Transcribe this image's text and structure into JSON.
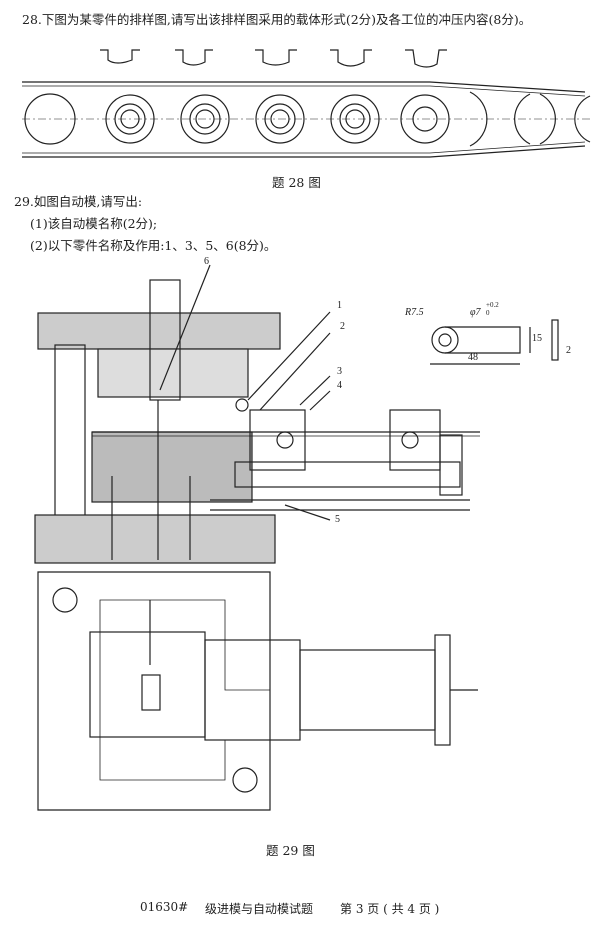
{
  "q28": {
    "text": "28.下图为某零件的排样图,请写出该排样图采用的载体形式(2分)及各工位的冲压内容(8分)。",
    "caption": "题 28 图"
  },
  "q29": {
    "text": "29.如图自动模,请写出:",
    "sub1": "(1)该自动模名称(2分);",
    "sub2": "(2)以下零件名称及作用:1、3、5、6(8分)。",
    "caption": "题 29 图",
    "callouts": [
      "6",
      "1",
      "2",
      "3",
      "4",
      "5"
    ],
    "part_dims": {
      "radius": "R7.5",
      "hole": "φ7",
      "tol_upper": "+0.2",
      "tol_lower": "0",
      "width": "15",
      "length": "48",
      "thickness": "2"
    }
  },
  "footer": {
    "code": "01630#",
    "title": "级进模与自动模试题",
    "page": "第 3 页 ( 共 4 页 )"
  }
}
